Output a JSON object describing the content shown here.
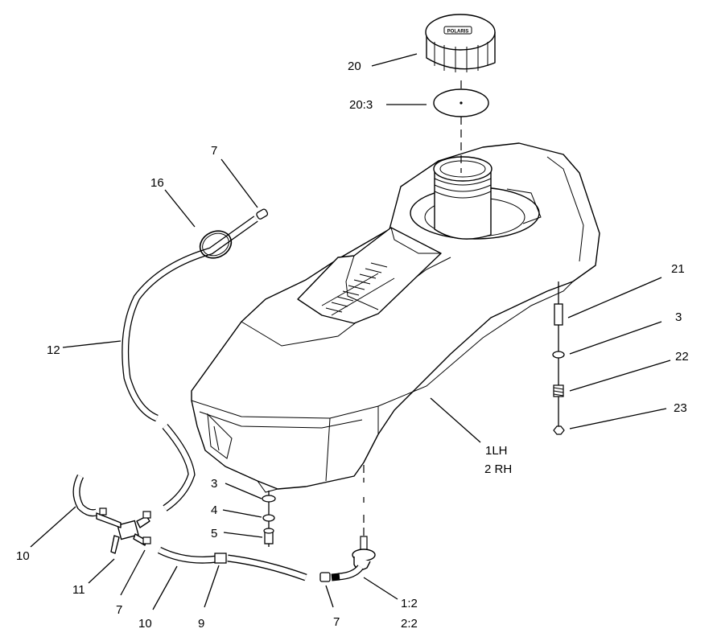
{
  "callouts": {
    "c20": "20",
    "c20_3": "20:3",
    "c7_top": "7",
    "c16": "16",
    "c12": "12",
    "c21": "21",
    "c3_right": "3",
    "c22": "22",
    "c23": "23",
    "c1lh": "1LH",
    "c2rh": "2 RH",
    "c3_left": "3",
    "c4": "4",
    "c5": "5",
    "c10_left": "10",
    "c11": "11",
    "c7_bottom_left": "7",
    "c10_bottom": "10",
    "c9": "9",
    "c7_bottom_right": "7",
    "c1_2": "1:2",
    "c2_2": "2:2"
  },
  "cap_logo_text": "POLARIS"
}
